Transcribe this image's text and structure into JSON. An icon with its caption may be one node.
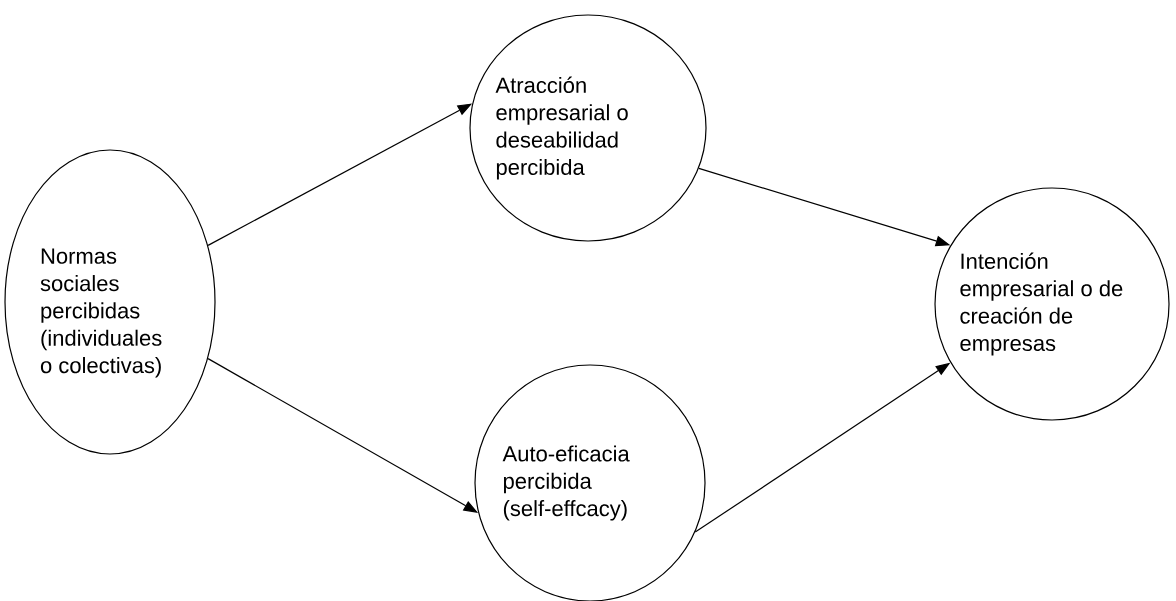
{
  "diagram": {
    "nodes": [
      {
        "text": [
          "Normas sociales percibidas (individuales o colectivas)"
        ]
      },
      {
        "text": [
          "Atracción empresarial o deseabilidad percibida"
        ]
      },
      {
        "text": [
          "Auto-eficacia percibida (self-effcacy)"
        ]
      },
      {
        "text": [
          "Intención empresarial o de creación de empresas"
        ]
      }
    ],
    "edges": [
      {
        "from": 0,
        "to": 1,
        "arrow": "to"
      },
      {
        "from": 1,
        "to": 3,
        "arrow": "to"
      },
      {
        "from": 0,
        "to": 2,
        "arrow": "to"
      },
      {
        "from": 2,
        "to": 3,
        "arrow": "to"
      }
    ]
  }
}
